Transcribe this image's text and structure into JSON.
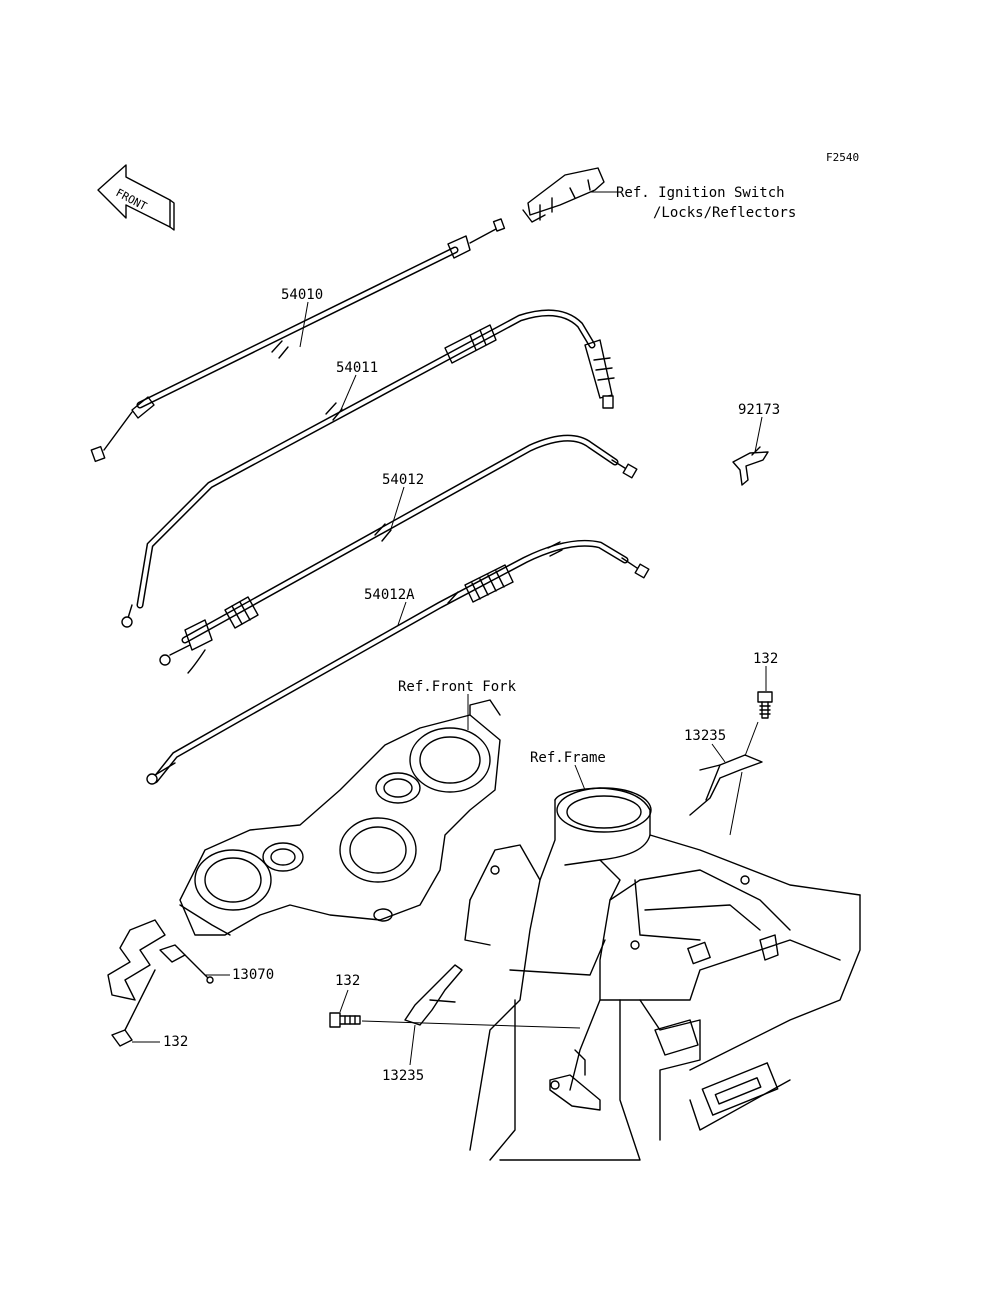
{
  "diagram_code": "F2540",
  "front_arrow": {
    "label": "FRONT"
  },
  "ref_labels": {
    "ignition_line1": "Ref. Ignition Switch",
    "ignition_line2": "/Locks/Reflectors",
    "front_fork": "Ref.Front Fork",
    "frame": "Ref.Frame"
  },
  "parts": {
    "cable_54010": "54010",
    "cable_54011": "54011",
    "cable_54012": "54012",
    "cable_54012A": "54012A",
    "clip_92173": "92173",
    "bolt_132_top": "132",
    "clamp_13235_top": "13235",
    "guide_13070": "13070",
    "bolt_132_left": "132",
    "bolt_132_mid": "132",
    "clamp_13235_bottom": "13235"
  }
}
